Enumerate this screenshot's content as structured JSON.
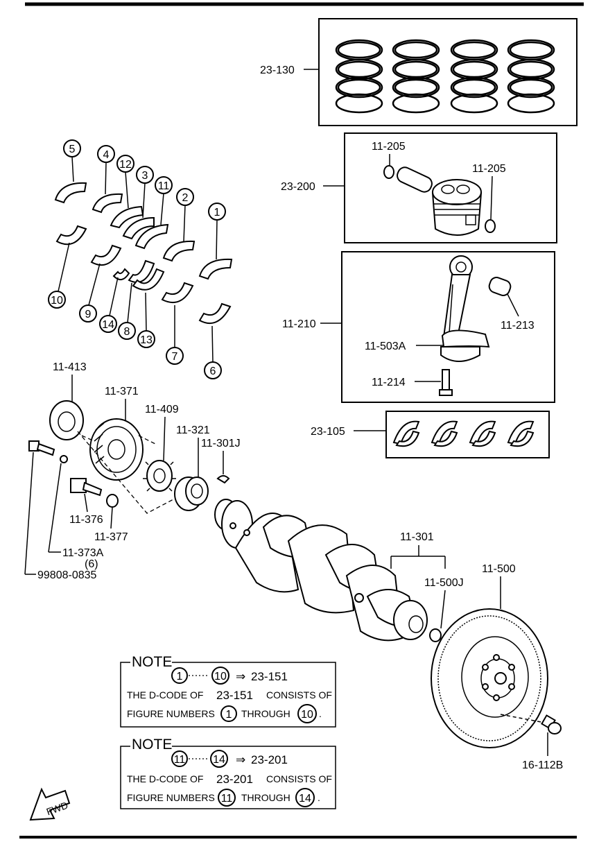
{
  "callouts": {
    "piston_rings": "23-130",
    "piston": "23-200",
    "piston_pin_clip_a": "11-205",
    "piston_pin_clip_b": "11-205",
    "connecting_rod": "11-210",
    "rod_bushing": "11-213",
    "rod_cap_nut": "11-503A",
    "rod_bolt": "11-214",
    "rod_bearings": "23-105",
    "pulley_hub": "11-413",
    "crank_pulley": "11-371",
    "timing_sprocket": "11-409",
    "crank_gear": "11-321",
    "woodruff_key": "11-301J",
    "pulley_bolt": "11-376",
    "pulley_washer": "11-377",
    "hub_washer": "11-373A",
    "hub_bolt": "99808-0835",
    "hub_bolt_qty": "(6)",
    "crankshaft": "11-301",
    "pilot_bearing": "11-500J",
    "flywheel": "11-500",
    "flywheel_bolt": "16-112B"
  },
  "bearing_numbers": [
    "5",
    "4",
    "12",
    "3",
    "11",
    "2",
    "1",
    "10",
    "9",
    "14",
    "8",
    "13",
    "7",
    "6"
  ],
  "notes": [
    {
      "title": "NOTE",
      "range_start": "1",
      "range_end": "10",
      "arrow": "⇒",
      "code": "23-151",
      "line1_pre": "THE D-CODE OF",
      "line1_code": "23-151",
      "line1_post": "CONSISTS OF",
      "line2_pre": "FIGURE NUMBERS",
      "line2_from": "1",
      "line2_mid": "THROUGH",
      "line2_to": "10",
      "line2_end": "."
    },
    {
      "title": "NOTE",
      "range_start": "11",
      "range_end": "14",
      "arrow": "⇒",
      "code": "23-201",
      "line1_pre": "THE D-CODE OF",
      "line1_code": "23-201",
      "line1_post": "CONSISTS OF",
      "line2_pre": "FIGURE NUMBERS",
      "line2_from": "11",
      "line2_mid": "THROUGH",
      "line2_to": "14",
      "line2_end": "."
    }
  ],
  "fwd_label": "FWD"
}
